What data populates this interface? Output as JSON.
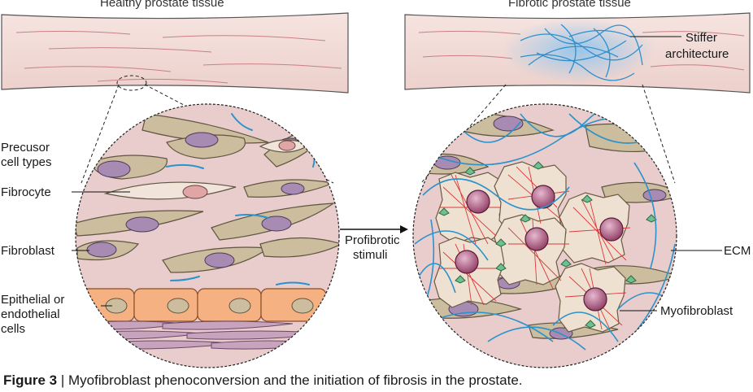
{
  "panels": {
    "healthy_title": "Healthy prostate tissue",
    "fibrotic_title": "Fibrotic prostate tissue"
  },
  "labels": {
    "precursor": [
      "Precusor",
      "cell types"
    ],
    "fibrocyte": "Fibrocyte",
    "fibroblast": "Fibroblast",
    "epithelial": [
      "Epithelial or",
      "endothelial",
      "cells"
    ],
    "stimuli": [
      "Profibrotic",
      "stimuli"
    ],
    "stiffer": [
      "Stiffer",
      "architecture"
    ],
    "ecm": "ECM",
    "myofibroblast": "Myofibroblast"
  },
  "caption": {
    "figure": "Figure 3",
    "separator": " | ",
    "text": "Myofibroblast phenoconversion and the initiation of fibrosis in the prostate."
  },
  "colors": {
    "tissue": "#f2dcd8",
    "circle_bg": "#e8c9c9",
    "cell_body": "#cbbd9e",
    "nucleus": "#a88bb2",
    "epithelial": "#f6b183",
    "ecm_fiber": "#3a9cd2",
    "stress_fiber": "#d93a3a",
    "myo_nucleus": "#9e4a6e"
  }
}
